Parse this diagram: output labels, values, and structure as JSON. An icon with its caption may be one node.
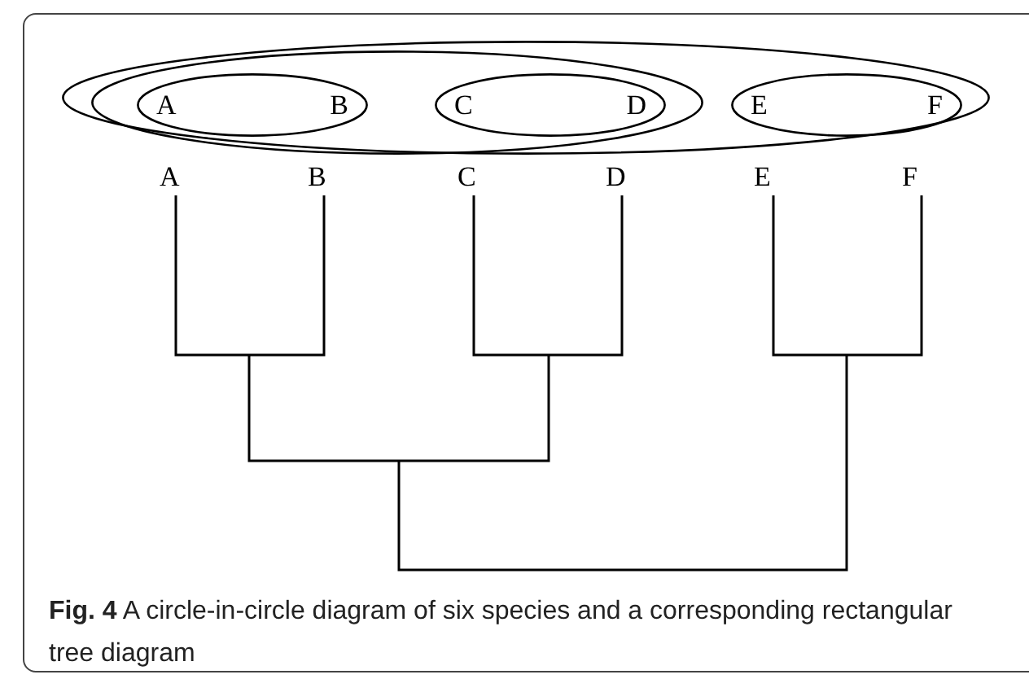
{
  "diagram": {
    "caption": "**Fig. 4**  A circle-in-circle diagram of six species and a corresponding rectangular tree diagram",
    "nodes": [
      {
        "text": [],
        "shape": "ellipse"
      },
      {
        "text": [],
        "shape": "ellipse",
        "in": 0
      },
      {
        "text": [
          "A",
          "B"
        ],
        "in": 1
      },
      {
        "text": [
          "C",
          "D"
        ],
        "in": 1
      },
      {
        "text": [
          "E",
          "F"
        ],
        "in": 0
      }
    ],
    "edges": [],
    "labels": [
      "A",
      "B",
      "C",
      "D",
      "E",
      "F"
    ]
  }
}
